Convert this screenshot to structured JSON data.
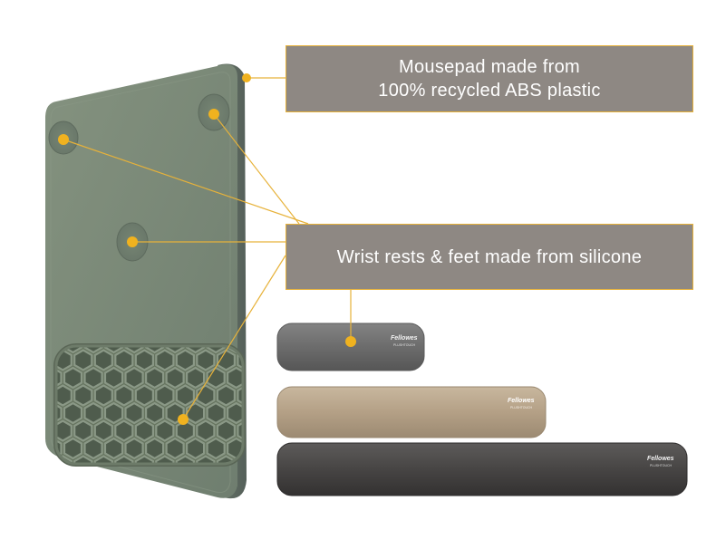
{
  "callouts": {
    "mousepad_line1": "Mousepad made from",
    "mousepad_line2": "100% recycled ABS plastic",
    "wrist": "Wrist rests & feet made from silicone"
  },
  "brand": {
    "name": "Fellowes",
    "sub": "PLUSHTOUCH"
  },
  "colors": {
    "callout_fill": "#8e8883",
    "callout_border": "#e7b23a",
    "leader_line": "#e7b23a",
    "mousepad": "#7b8a7b",
    "rest_gray": "#6e6e6e",
    "rest_sand": "#b8a48a",
    "rest_dark": "#4a4848"
  }
}
